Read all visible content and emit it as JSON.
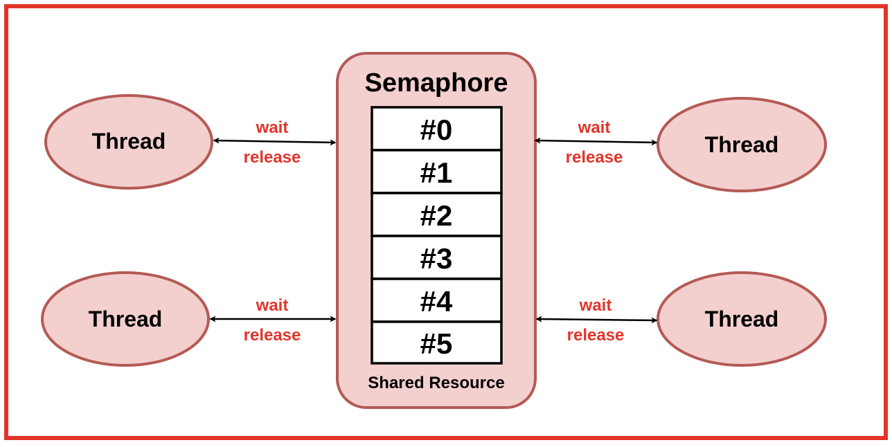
{
  "colors": {
    "frame_border": "#e3342a",
    "node_fill": "#f3d0ce",
    "node_stroke": "#b45a55",
    "edge_label": "#e3342a",
    "arrow": "#000000"
  },
  "semaphore": {
    "title": "Semaphore",
    "footer": "Shared Resource",
    "slots": [
      "#0",
      "#1",
      "#2",
      "#3",
      "#4",
      "#5"
    ]
  },
  "threads": [
    {
      "label": "Thread"
    },
    {
      "label": "Thread"
    },
    {
      "label": "Thread"
    },
    {
      "label": "Thread"
    }
  ],
  "edges": [
    {
      "top_label": "wait",
      "bottom_label": "release"
    },
    {
      "top_label": "wait",
      "bottom_label": "release"
    },
    {
      "top_label": "wait",
      "bottom_label": "release"
    },
    {
      "top_label": "wait",
      "bottom_label": "release"
    }
  ]
}
